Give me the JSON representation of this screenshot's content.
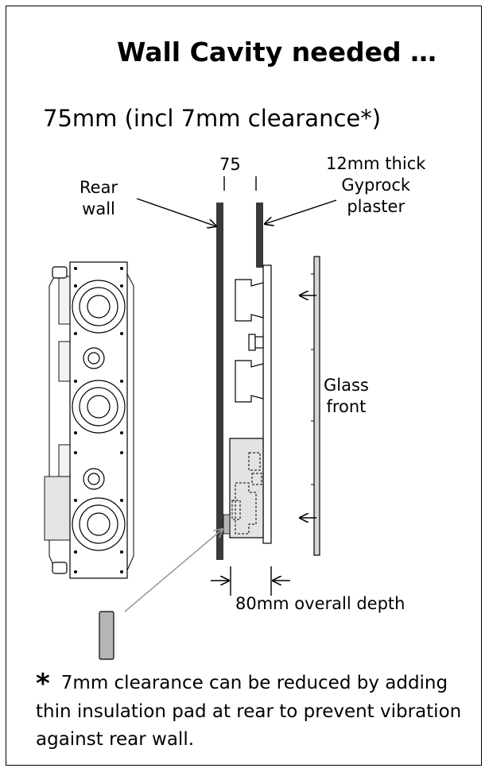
{
  "title": "Wall Cavity needed …",
  "subtitle": "75mm (incl 7mm clearance*)",
  "labels": {
    "gap_75": "75",
    "rear_wall_1": "Rear",
    "rear_wall_2": "wall",
    "gyprock_1": "12mm thick",
    "gyprock_2": "Gyprock",
    "gyprock_3": "plaster",
    "glass_1": "Glass",
    "glass_2": "front",
    "overall_depth": "80mm overall depth"
  },
  "note": {
    "asterisk": "*",
    "text": "7mm clearance can be reduced by adding thin insulation pad at rear to prevent vibration against rear wall."
  },
  "colors": {
    "wall": "#3a3a3a",
    "pad": "#b5b5b5",
    "pad_arrow": "#9a9a9a",
    "outline": "#000000"
  }
}
